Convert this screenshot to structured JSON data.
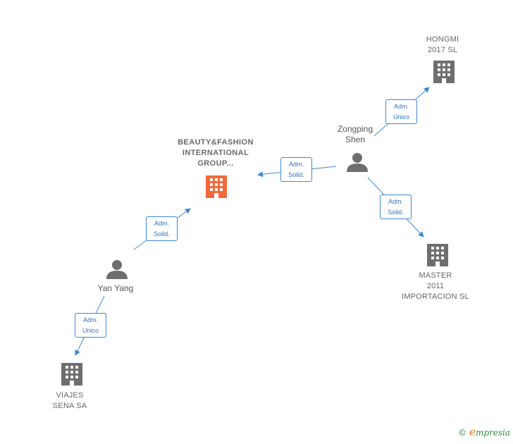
{
  "nodes": {
    "hongmi": {
      "line1": "HONGMI",
      "line2": "2017  SL",
      "icon": "building-icon",
      "color": "#6e6e6e"
    },
    "beauty": {
      "line1": "BEAUTY&FASHION",
      "line2": "INTERNATIONAL",
      "line3": "GROUP...",
      "icon": "building-icon",
      "color": "#f26a3c"
    },
    "zongping": {
      "line1": "Zongping",
      "line2": "Shen",
      "icon": "person-icon"
    },
    "yanyang": {
      "line1": "Yan Yang",
      "icon": "person-icon"
    },
    "master": {
      "line1": "MASTER",
      "line2": "2011",
      "line3": "IMPORTACION SL",
      "icon": "building-icon",
      "color": "#6e6e6e"
    },
    "viajes": {
      "line1": "VIAJES",
      "line2": "SENA SA",
      "icon": "building-icon",
      "color": "#6e6e6e"
    }
  },
  "edges": {
    "zongping_hongmi": {
      "line1": "Adm.",
      "line2": "Unico"
    },
    "zongping_beauty": {
      "line1": "Adm.",
      "line2": "Solid."
    },
    "zongping_master": {
      "line1": "Adm.",
      "line2": "Solid."
    },
    "yanyang_beauty": {
      "line1": "Adm.",
      "line2": "Solid."
    },
    "yanyang_viajes": {
      "line1": "Adm.",
      "line2": "Unico"
    }
  },
  "footer": {
    "copyright": "©",
    "brand_first": "e",
    "brand_rest": "mpresia"
  },
  "colors": {
    "edge": "#3f87d6",
    "person": "#6e6e6e"
  }
}
